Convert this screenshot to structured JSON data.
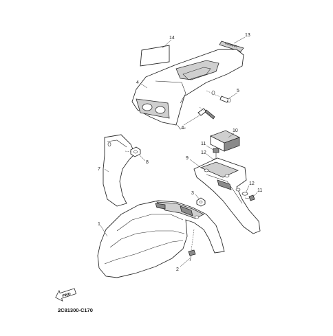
{
  "callouts": {
    "c1": "1",
    "c2": "2",
    "c3": "3",
    "c4": "4",
    "c5": "5",
    "c6": "6",
    "c7": "7",
    "c8": "8",
    "c9": "9",
    "c10": "10",
    "c11a": "11",
    "c11b": "11",
    "c12a": "12",
    "c12b": "12",
    "c13": "13",
    "c14": "14"
  },
  "arrow_label": "FWD",
  "decal_text": "YAMAHA",
  "diagram_code": "2C81300-C170",
  "colors": {
    "line": "#2a2a2a",
    "shade": "#cfcfcf",
    "dark": "#8a8a8a"
  }
}
